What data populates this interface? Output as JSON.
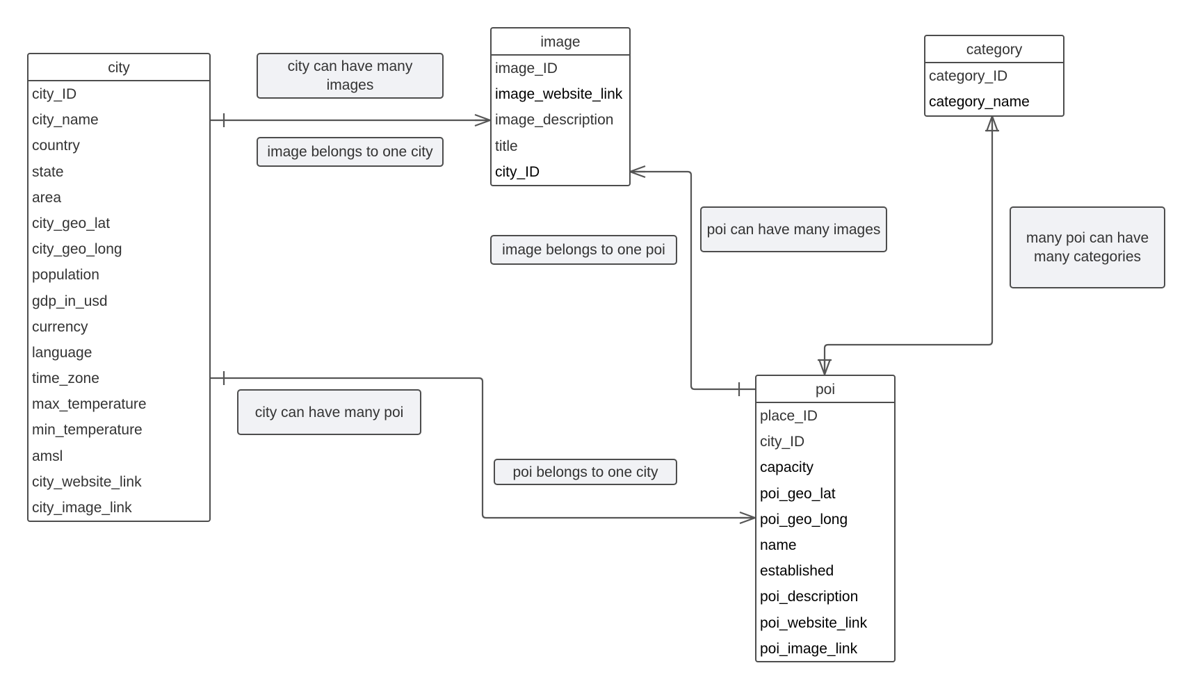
{
  "entities": {
    "city": {
      "title": "city",
      "fields": [
        "city_ID",
        "city_name",
        "country",
        "state",
        "area",
        "city_geo_lat",
        "city_geo_long",
        "population",
        "gdp_in_usd",
        "currency",
        "language",
        "time_zone",
        "max_temperature",
        "min_temperature",
        "amsl",
        "city_website_link",
        "city_image_link"
      ]
    },
    "image": {
      "title": "image",
      "fields": [
        "image_ID",
        "image_website_link",
        "image_description",
        "title",
        "city_ID"
      ]
    },
    "category": {
      "title": "category",
      "fields": [
        "category_ID",
        "category_name"
      ]
    },
    "poi": {
      "title": "poi",
      "fields": [
        "place_ID",
        "city_ID",
        "capacity",
        "poi_geo_lat",
        "poi_geo_long",
        "name",
        "established",
        "poi_description",
        "poi_website_link",
        "poi_image_link"
      ]
    }
  },
  "notes": {
    "city_many_images": "city can have many images",
    "image_one_city": "image belongs to one city",
    "image_one_poi": "image belongs to one poi",
    "poi_many_images": "poi can have many images",
    "many_poi_categories": "many poi can have many categories",
    "city_many_poi": "city can have many poi",
    "poi_one_city": "poi belongs to one city"
  },
  "colors": {
    "line": "#555555",
    "border": "#4d4d4d",
    "note_fill": "#f1f2f5"
  }
}
